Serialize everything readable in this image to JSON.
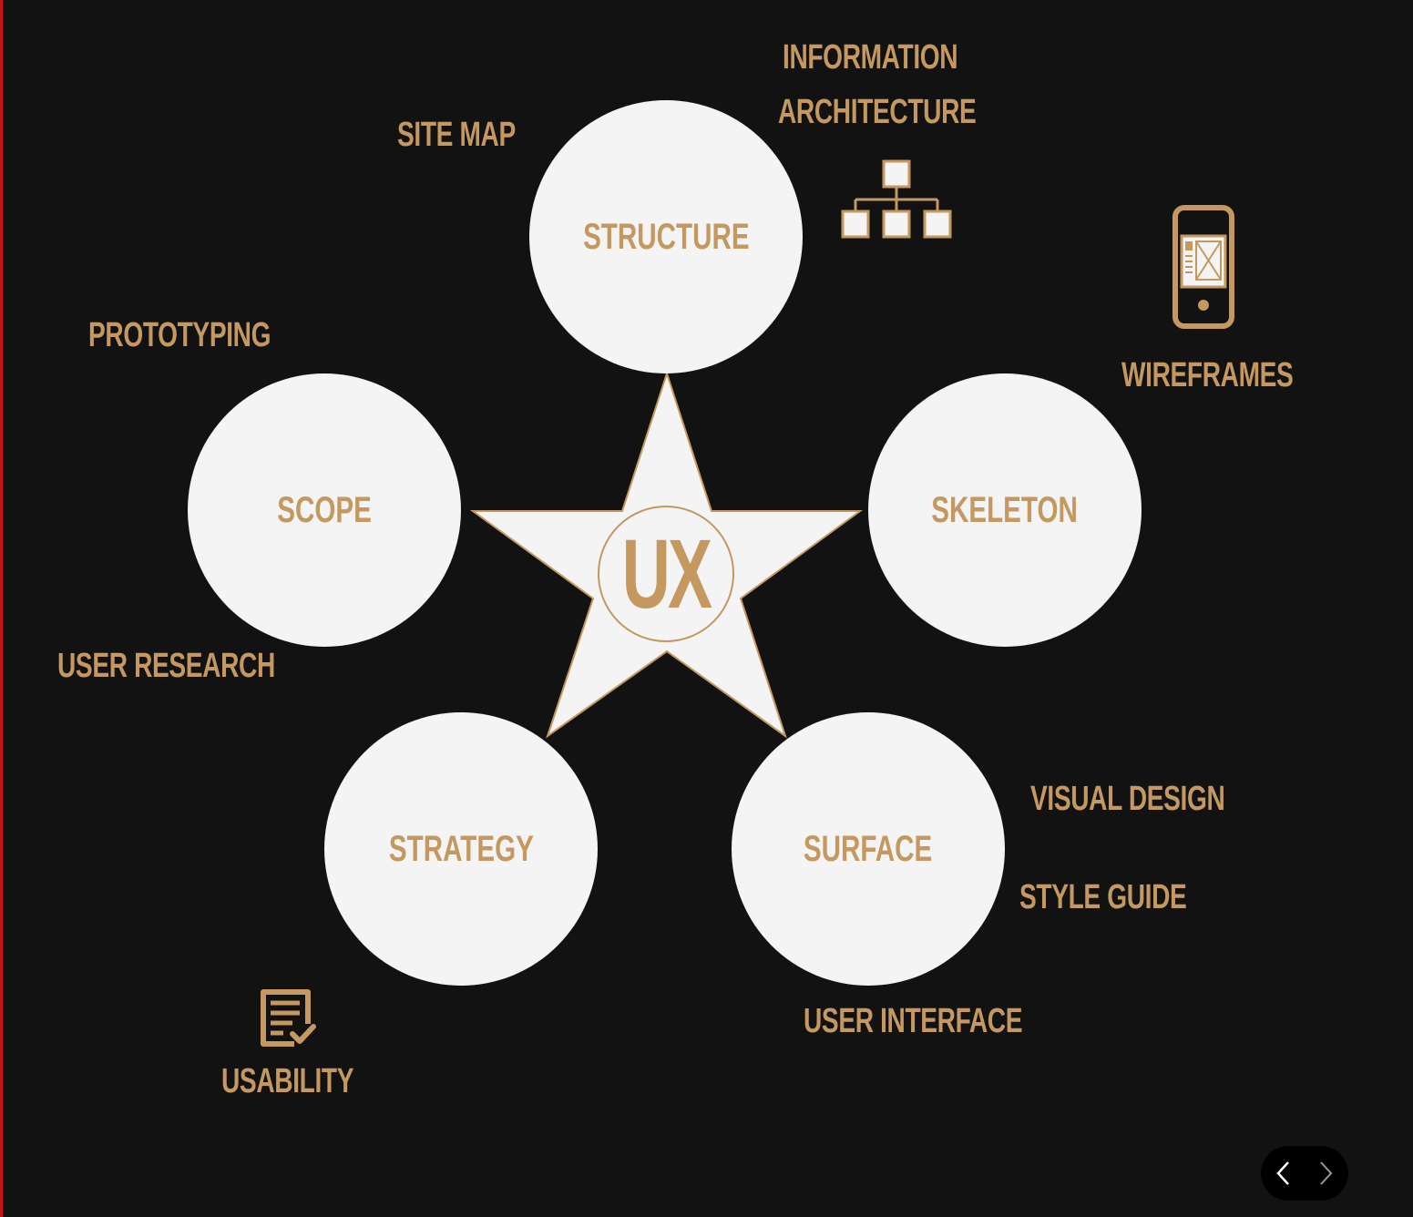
{
  "diagram": {
    "center": "UX",
    "nodes": {
      "structure": "STRUCTURE",
      "scope": "SCOPE",
      "skeleton": "SKELETON",
      "strategy": "STRATEGY",
      "surface": "SURFACE"
    },
    "annotations": {
      "information": "INFORMATION",
      "architecture": "ARCHITECTURE",
      "site_map": "SITE MAP",
      "prototyping": "PROTOTYPING",
      "wireframes": "WIREFRAMES",
      "user_research": "USER RESEARCH",
      "visual_design": "VISUAL DESIGN",
      "style_guide": "STYLE GUIDE",
      "user_interface": "USER INTERFACE",
      "usability": "USABILITY"
    },
    "icons": [
      "sitemap-icon",
      "mobile-wireframe-icon",
      "checklist-icon",
      "chevron-left-icon",
      "chevron-right-icon"
    ]
  },
  "colors": {
    "background": "#121212",
    "accent": "#c4985f",
    "circle_fill": "#f4f4f4",
    "edge": "#c8101a"
  }
}
